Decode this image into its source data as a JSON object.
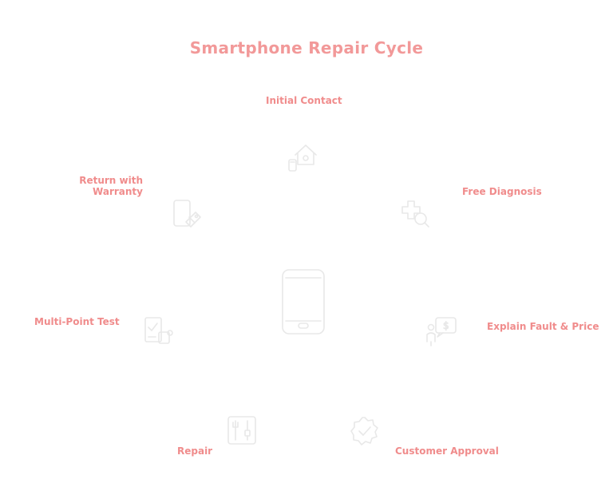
{
  "title": "Smartphone Repair Cycle",
  "center_icon": "smartphone-icon",
  "steps": [
    {
      "label": "Initial Contact",
      "icon": "house-phone-icon"
    },
    {
      "label": "Free Diagnosis",
      "icon": "diagnosis-magnifier-icon"
    },
    {
      "label": "Explain Fault & Price",
      "icon": "person-price-tag-icon"
    },
    {
      "label": "Customer Approval",
      "icon": "badge-check-icon"
    },
    {
      "label": "Repair",
      "icon": "tools-icon"
    },
    {
      "label": "Multi-Point Test",
      "icon": "checklist-icon"
    },
    {
      "label": "Return with Warranty",
      "icon": "phone-tag-icon"
    }
  ],
  "colors": {
    "title": "#f29999",
    "label": "#f08c8c",
    "icon": "#e8e8e8"
  }
}
